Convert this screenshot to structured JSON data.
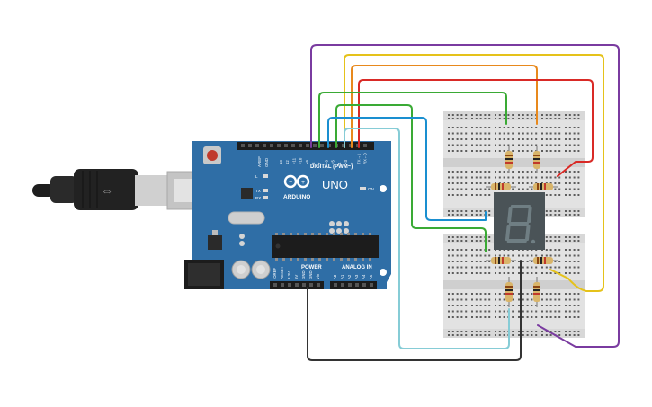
{
  "board": {
    "brand_uno": "UNO",
    "brand_arduino": "ARDUINO",
    "digital_label": "DIGITAL (PWM~)",
    "power_label": "POWER",
    "analog_label": "ANALOG IN",
    "on_label": "ON",
    "l_label": "L",
    "tx_label": "TX",
    "rx_label": "RX",
    "aref_label": "AREF",
    "gnd_label": "GND",
    "digital_pins": [
      "13",
      "12",
      "~11",
      "~10",
      "~9",
      "8",
      "7",
      "~6",
      "~5",
      "4",
      "~3",
      "2",
      "TX→1",
      "RX←0"
    ],
    "power_pins": [
      "IOREF",
      "RESET",
      "3.3V",
      "5V",
      "GND",
      "GND",
      "Vin"
    ],
    "analog_pins": [
      "A0",
      "A1",
      "A2",
      "A3",
      "A4",
      "A5"
    ]
  },
  "colors": {
    "board": "#2f6ea6",
    "purple": "#7a3ba0",
    "yellow": "#e5c21a",
    "orange": "#e8891d",
    "red": "#d92a26",
    "green": "#3aaa35",
    "blue": "#1a8fd0",
    "cyan": "#86ccd6",
    "black": "#333333",
    "segment": "#6f7e83",
    "display": "#4a5357",
    "breadboard": "#e2e2e2"
  }
}
